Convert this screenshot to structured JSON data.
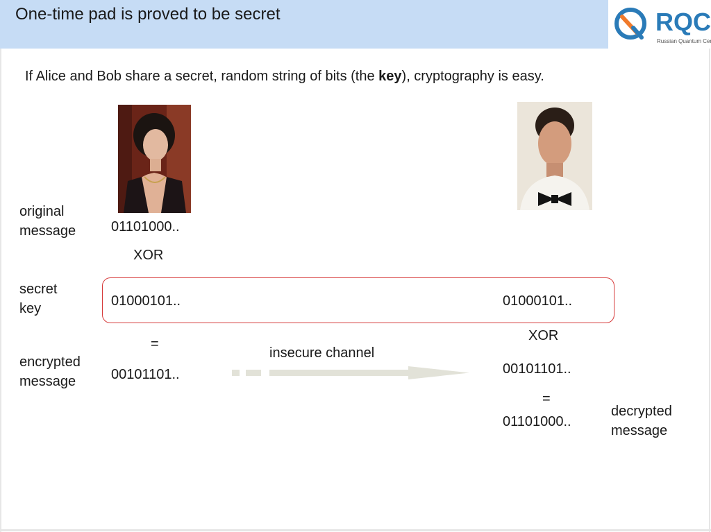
{
  "title": "One-time pad is proved to be secret",
  "logo": {
    "brand": "RQC",
    "subtitle": "Russian Quantum Center",
    "accent": "#2a7bb8",
    "accent2": "#f07a2b"
  },
  "intro": {
    "prefix": "If Alice and Bob share a secret, random string of bits (the ",
    "bold": "key",
    "suffix": "), cryptography is easy."
  },
  "labels": {
    "original_1": "original",
    "original_2": "message",
    "secret_1": "secret",
    "secret_2": "key",
    "encrypted_1": "encrypted",
    "encrypted_2": "message",
    "decrypted_1": "decrypted",
    "decrypted_2": "message"
  },
  "alice": {
    "original_bits": "01101000..",
    "xor": "XOR",
    "key_bits": "01000101..",
    "equals": "=",
    "encrypted_bits": "00101101.."
  },
  "bob": {
    "key_bits": "01000101..",
    "xor": "XOR",
    "encrypted_bits": "00101101..",
    "equals": "=",
    "decrypted_bits": "01101000.."
  },
  "channel": {
    "label": "insecure channel"
  },
  "colors": {
    "title_bar": "#c6dcf5",
    "key_box": "#d63a3a",
    "arrow": "#e2e2d8"
  }
}
